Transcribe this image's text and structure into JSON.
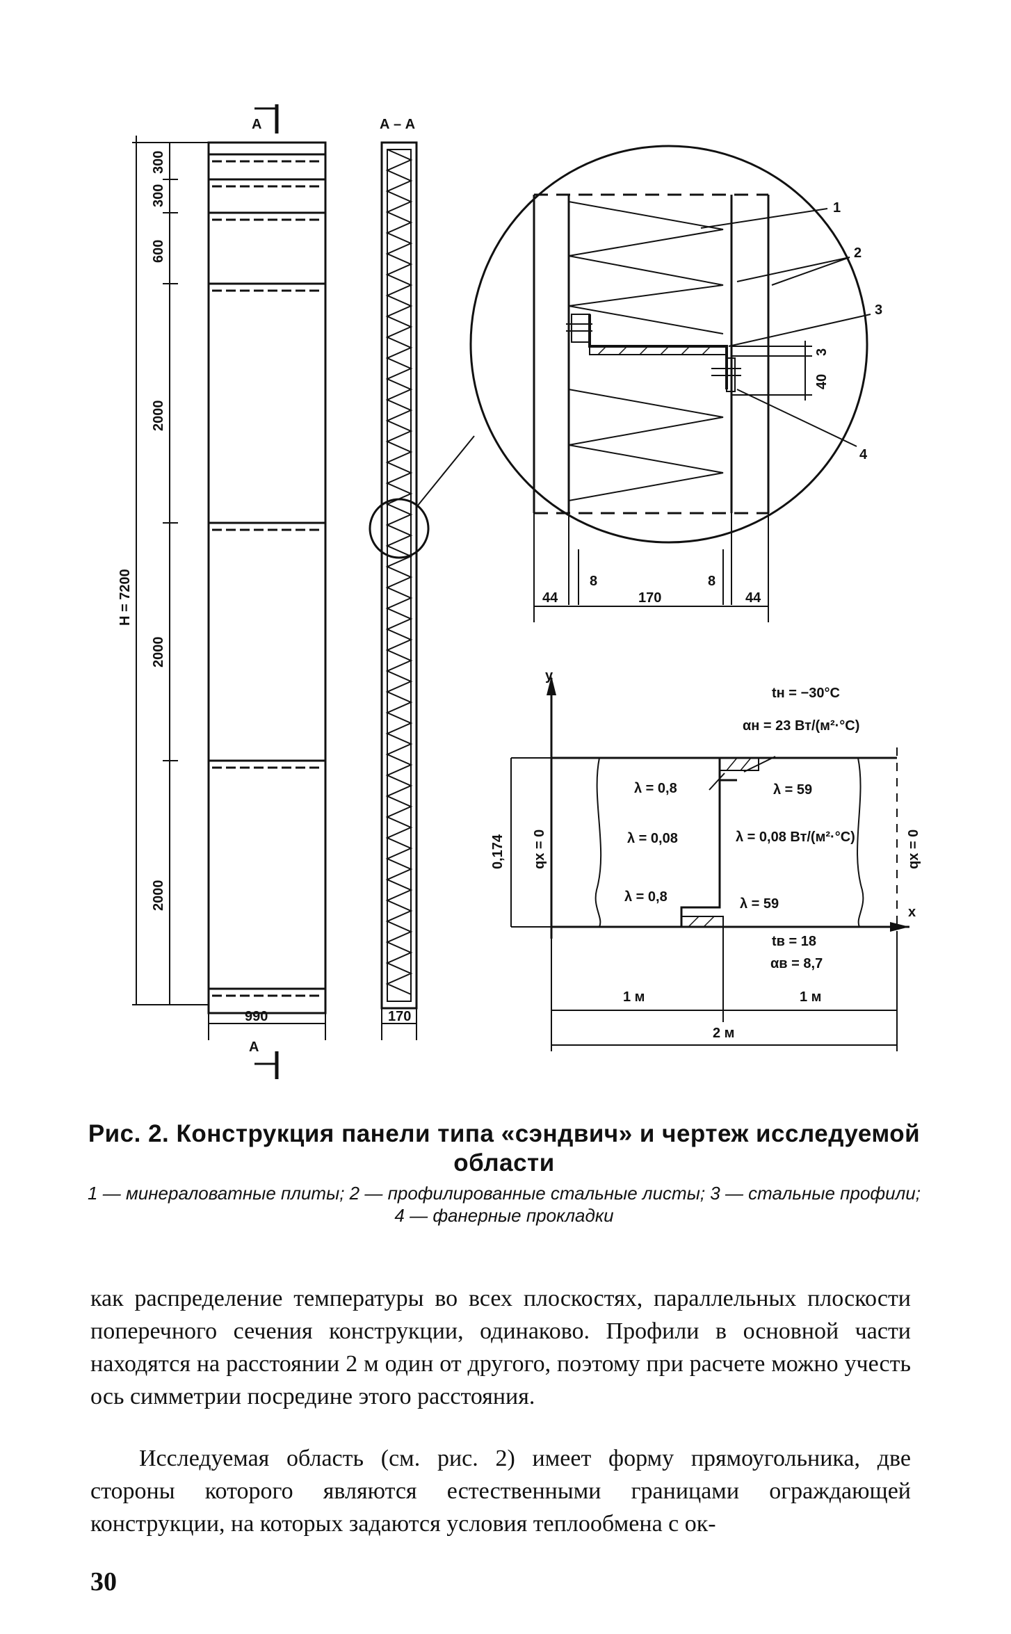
{
  "figure": {
    "section_mark": "А",
    "section_title": "А – А",
    "height_label": "H = 7200",
    "segment_dims": [
      "300",
      "300",
      "600",
      "2000",
      "2000",
      "2000"
    ],
    "panel_width": "990",
    "panel_thickness": "170",
    "callouts": [
      "1",
      "2",
      "3",
      "4"
    ],
    "detail_dim_3": "3",
    "detail_dim_40": "40",
    "detail_dims_bottom": [
      "44",
      "8",
      "170",
      "8",
      "44"
    ],
    "axis_y": "y",
    "axis_x": "x",
    "t_outside": "tн = −30°С",
    "alpha_outside": "αн = 23 Вт/(м²·°С)",
    "lambda_plywood_top": "λ = 0,8",
    "lambda_steel_top": "λ = 59",
    "lambda_insulation": "λ = 0,08",
    "lambda_insulation_right": "λ = 0,08 Вт/(м²·°С)",
    "lambda_plywood_bottom": "λ = 0,8",
    "lambda_steel_bottom": "λ = 59",
    "qx_left": "qx = 0",
    "qx_right": "qx = 0",
    "domain_height": "0,174",
    "t_inside": "tв = 18",
    "alpha_inside": "αв = 8,7",
    "span_left": "1 м",
    "span_right": "1 м",
    "span_total": "2 м"
  },
  "caption": {
    "title": "Рис. 2. Конструкция панели типа «сэндвич» и чертеж исследуемой области",
    "legend": "1 — минераловатные плиты; 2 — профилированные стальные листы; 3 — стальные профили; 4 — фанерные прокладки"
  },
  "body": {
    "paragraph_1": "как распределение температуры во всех плоскостях, параллельных плоскости поперечного сечения конструкции, одинаково. Профили в основной части находятся на расстоянии 2 м один от другого, поэтому при расчете можно учесть ось симметрии посредине этого расстояния.",
    "paragraph_2": "Исследуемая область (см. рис. 2) имеет форму прямоугольника, две стороны которого являются естественными границами ограждающей конструкции, на которых задаются условия теплообмена с ок-"
  },
  "page_number": "30"
}
